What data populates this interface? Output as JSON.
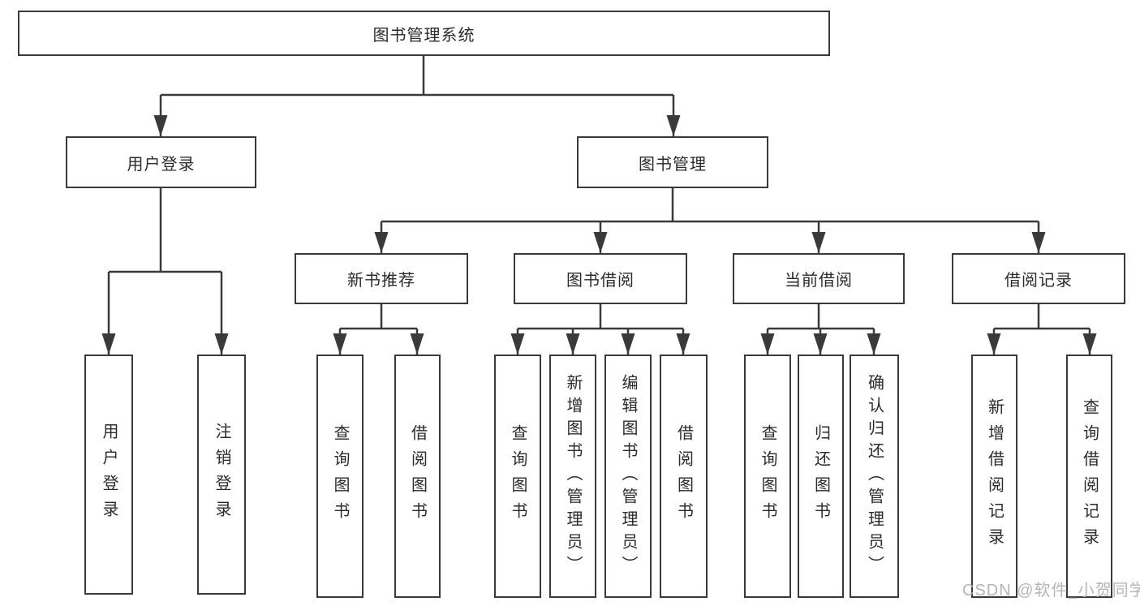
{
  "diagram": {
    "title": "图书管理系统",
    "branches": [
      {
        "label": "用户登录",
        "children": [
          {
            "label": "用户登录"
          },
          {
            "label": "注销登录"
          }
        ]
      },
      {
        "label": "图书管理",
        "sections": [
          {
            "label": "新书推荐",
            "children": [
              {
                "label": "查询图书"
              },
              {
                "label": "借阅图书"
              }
            ]
          },
          {
            "label": "图书借阅",
            "children": [
              {
                "label": "查询图书"
              },
              {
                "label": "新增图书（管理员）"
              },
              {
                "label": "编辑图书（管理员）"
              },
              {
                "label": "借阅图书"
              }
            ]
          },
          {
            "label": "当前借阅",
            "children": [
              {
                "label": "查询图书"
              },
              {
                "label": "归还图书"
              },
              {
                "label": "确认归还（管理员）"
              }
            ]
          },
          {
            "label": "借阅记录",
            "children": [
              {
                "label": "新增借阅记录"
              },
              {
                "label": "查询借阅记录"
              }
            ]
          }
        ]
      }
    ]
  },
  "watermark": "CSDN @软件_小贺同学",
  "colors": {
    "line": "#3a3a3a",
    "text": "#2b2b2b",
    "box_background": "#ffffff",
    "watermark": "#aeaeae"
  }
}
